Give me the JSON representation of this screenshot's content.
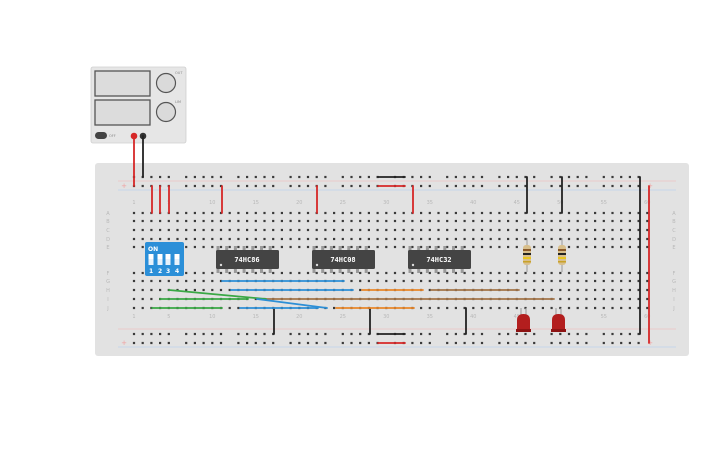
{
  "power_supply": {
    "off_label": "OFF",
    "knob_labels": [
      "OUT",
      "LIM"
    ]
  },
  "breadboard": {
    "column_numbers": [
      "1",
      "5",
      "10",
      "15",
      "20",
      "25",
      "30",
      "35",
      "40",
      "45",
      "50",
      "55",
      "60"
    ],
    "row_letters_top": [
      "A",
      "B",
      "C",
      "D",
      "E"
    ],
    "row_letters_bottom": [
      "F",
      "G",
      "H",
      "I",
      "J"
    ],
    "rail_sign": "+"
  },
  "dip_switch": {
    "label": "ON",
    "positions": [
      "1",
      "2",
      "3",
      "4"
    ]
  },
  "chips": [
    "74HC86",
    "74HC08",
    "74HC32"
  ],
  "colors": {
    "board": "#e2e2e2",
    "wire_red": "#d62828",
    "wire_black": "#222222",
    "wire_green": "#3aa845",
    "wire_blue": "#2d8fd6",
    "wire_orange": "#e8862a",
    "wire_brown": "#a37448",
    "dip_switch": "#2b8fd8",
    "chip": "#444444",
    "led": "#b31e1e"
  }
}
